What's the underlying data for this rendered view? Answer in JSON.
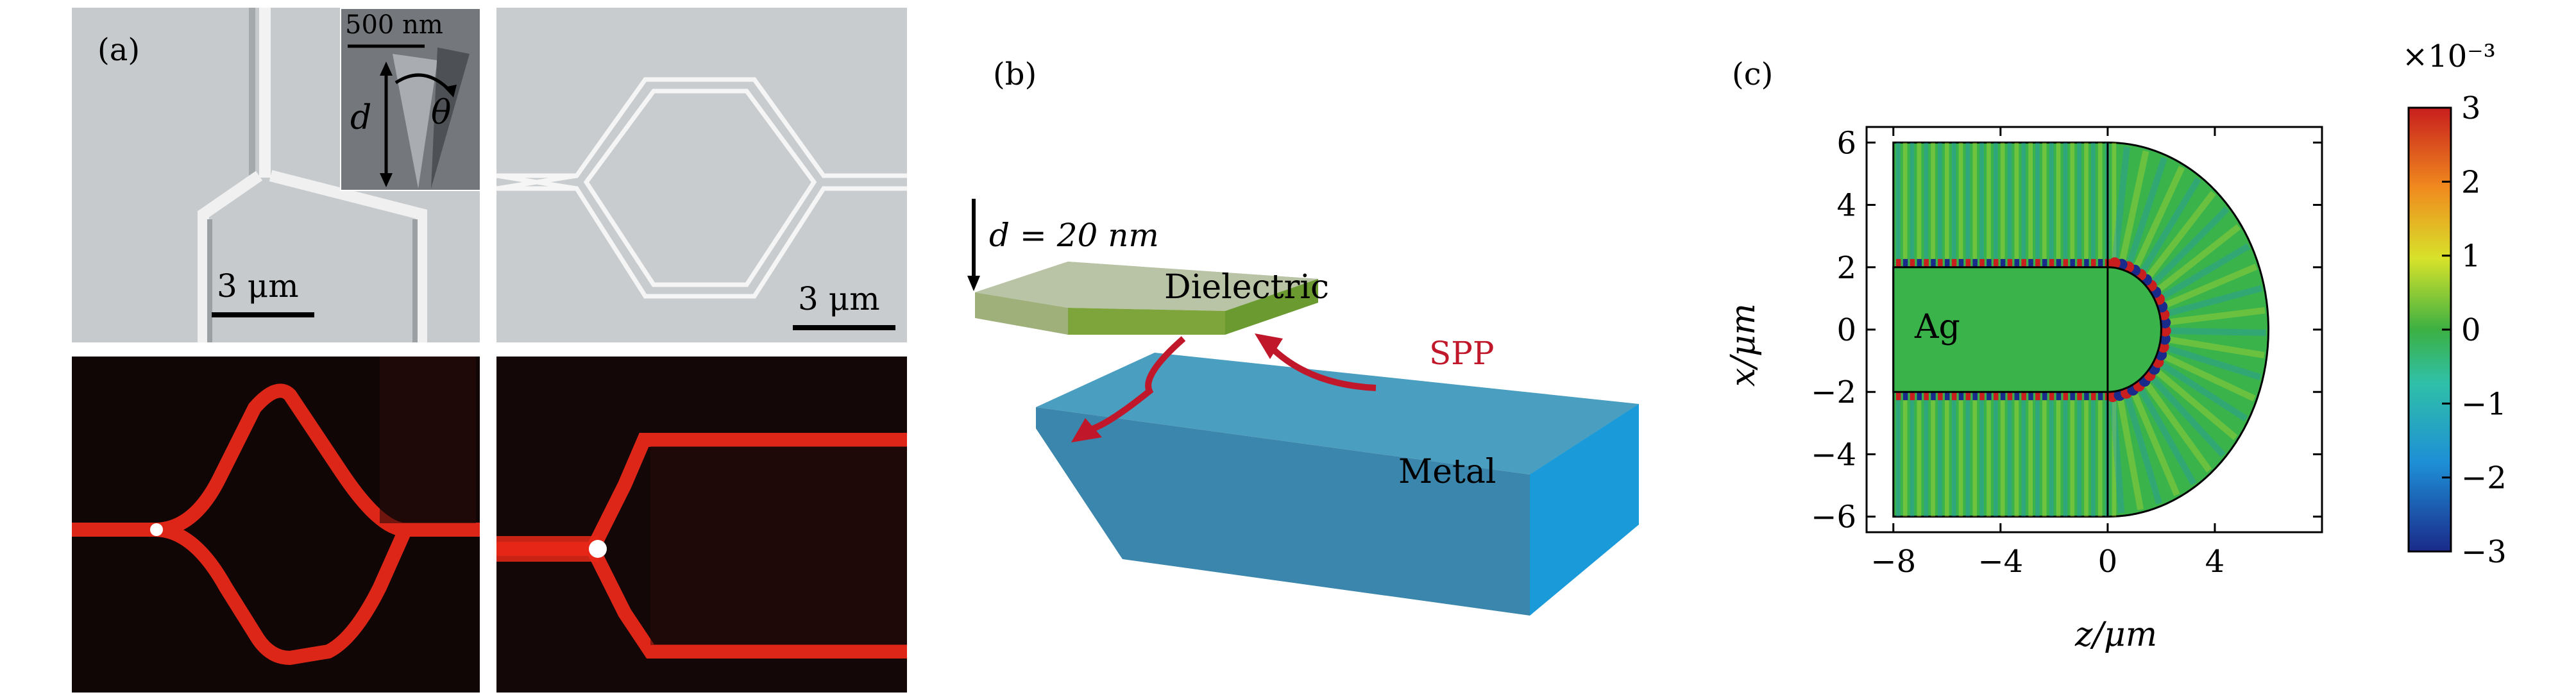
{
  "panels": {
    "a": {
      "label": "(a)",
      "inset_scale": "500 nm",
      "inset_d": "d",
      "inset_theta": "θ",
      "scale_left": "3 μm",
      "scale_right": "3 μm"
    },
    "b": {
      "label": "(b)",
      "thickness": "d = 20 nm",
      "dielectric": "Dielectric",
      "metal": "Metal",
      "spp": "SPP"
    },
    "c": {
      "label": "(c)",
      "region_label": "Ag",
      "colorbar_exponent": "×10⁻³",
      "colorbar_ticks": [
        "3",
        "2",
        "1",
        "0",
        "−1",
        "−2",
        "−3"
      ]
    }
  },
  "chart_data": {
    "type": "heatmap",
    "title": "",
    "xlabel": "z/μm",
    "ylabel": "x/μm",
    "xlim": [
      -9,
      8
    ],
    "ylim": [
      -6.5,
      6.5
    ],
    "xticks": [
      "−8",
      "−4",
      "0",
      "4"
    ],
    "xtick_values": [
      -8,
      -4,
      0,
      4
    ],
    "yticks": [
      "6",
      "4",
      "2",
      "0",
      "−2",
      "−4",
      "−6"
    ],
    "ytick_values": [
      6,
      4,
      2,
      0,
      -2,
      -4,
      -6
    ],
    "colorbar_range": [
      -3,
      3
    ],
    "colorbar_scale": "×10⁻³",
    "colormap": [
      "#1a2a8a",
      "#1e8fd6",
      "#2fc0a8",
      "#3cb043",
      "#d8e22a",
      "#f08a1e",
      "#c81e1e"
    ],
    "background_color": "#3ab34a"
  },
  "colors": {
    "spp_arrow": "#c0182a",
    "dielectric_top": "#b9c3a5",
    "metal_top": "#4a9ec0",
    "metal_front": "#1a9ad8",
    "field_green": "#3ab34a",
    "waveguide_red": "#e82818"
  }
}
